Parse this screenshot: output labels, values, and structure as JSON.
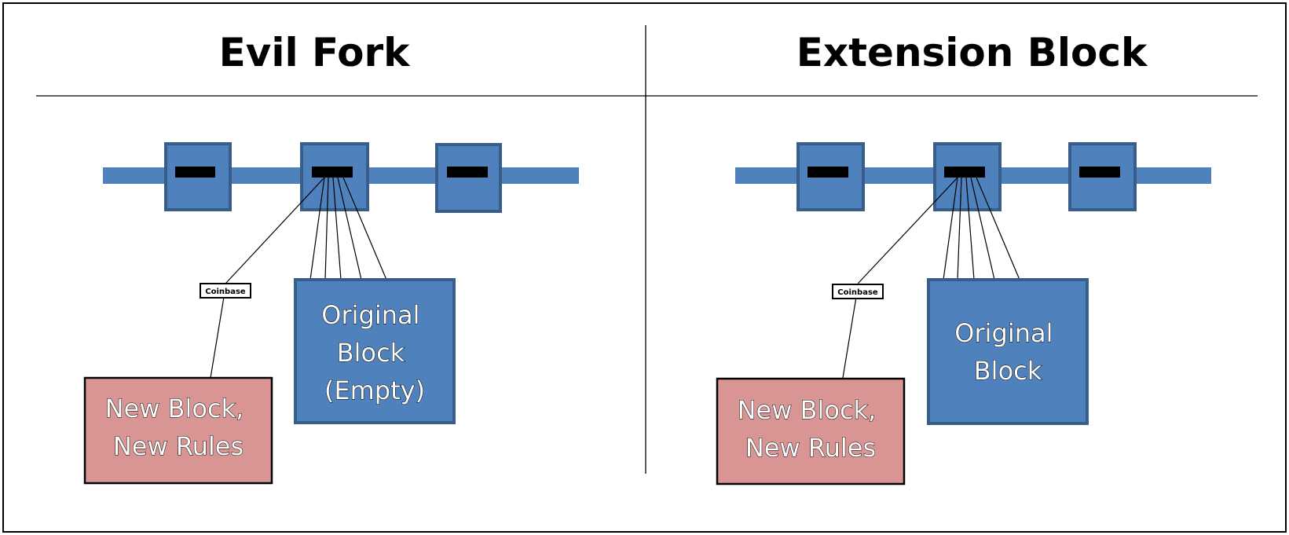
{
  "colors": {
    "chain": "#4f81bd",
    "block_fill": "#4f81bd",
    "block_border": "#385d8a",
    "new_block_fill": "#d99594",
    "divider": "#000000"
  },
  "panels": [
    {
      "title": "Evil Fork",
      "label": "Coinbase",
      "new_block": {
        "lines": [
          "New Block,",
          "New Rules"
        ]
      },
      "original_block": {
        "lines": [
          "Original",
          "Block",
          "(Empty)"
        ]
      }
    },
    {
      "title": "Extension Block",
      "label": "Coinbase",
      "new_block": {
        "lines": [
          "New Block,",
          "New Rules"
        ]
      },
      "original_block": {
        "lines": [
          "Original",
          "Block"
        ]
      }
    }
  ]
}
